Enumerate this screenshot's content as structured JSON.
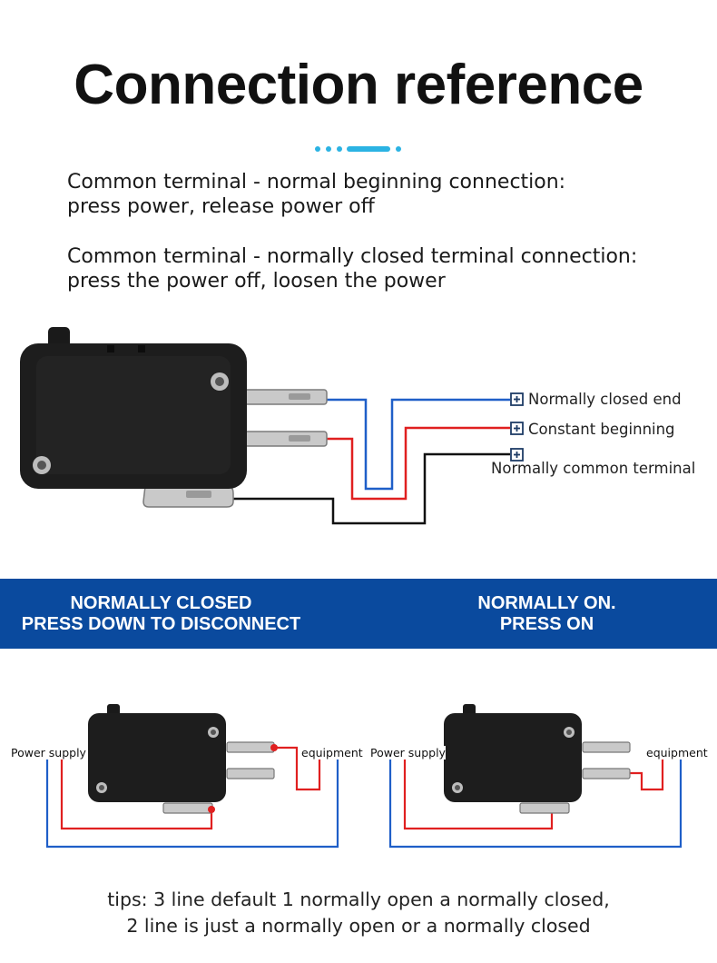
{
  "title": "Connection reference",
  "description": {
    "line1": "Common terminal - normal beginning connection:",
    "line2": "press power, release power off",
    "line3": "Common terminal - normally closed terminal connection:",
    "line4": "press the power off, loosen the power"
  },
  "terminals": {
    "nc": "Normally closed end",
    "no": "Constant beginning",
    "com": "Normally common terminal"
  },
  "banner": {
    "left_line1": "NORMALLY CLOSED",
    "left_line2": "PRESS DOWN TO DISCONNECT",
    "right_line1": "NORMALLY ON.",
    "right_line2": "PRESS ON"
  },
  "diagrams": {
    "power_supply": "Power supply",
    "equipment": "equipment"
  },
  "tips": {
    "line1": "tips: 3 line default 1 normally open a normally closed,",
    "line2": "2 line is just a normally open or a normally closed"
  },
  "colors": {
    "blue_wire": "#1f5fc8",
    "red_wire": "#e02020",
    "black_wire": "#111111",
    "banner": "#0a4a9e",
    "accent": "#2bb3e3"
  }
}
